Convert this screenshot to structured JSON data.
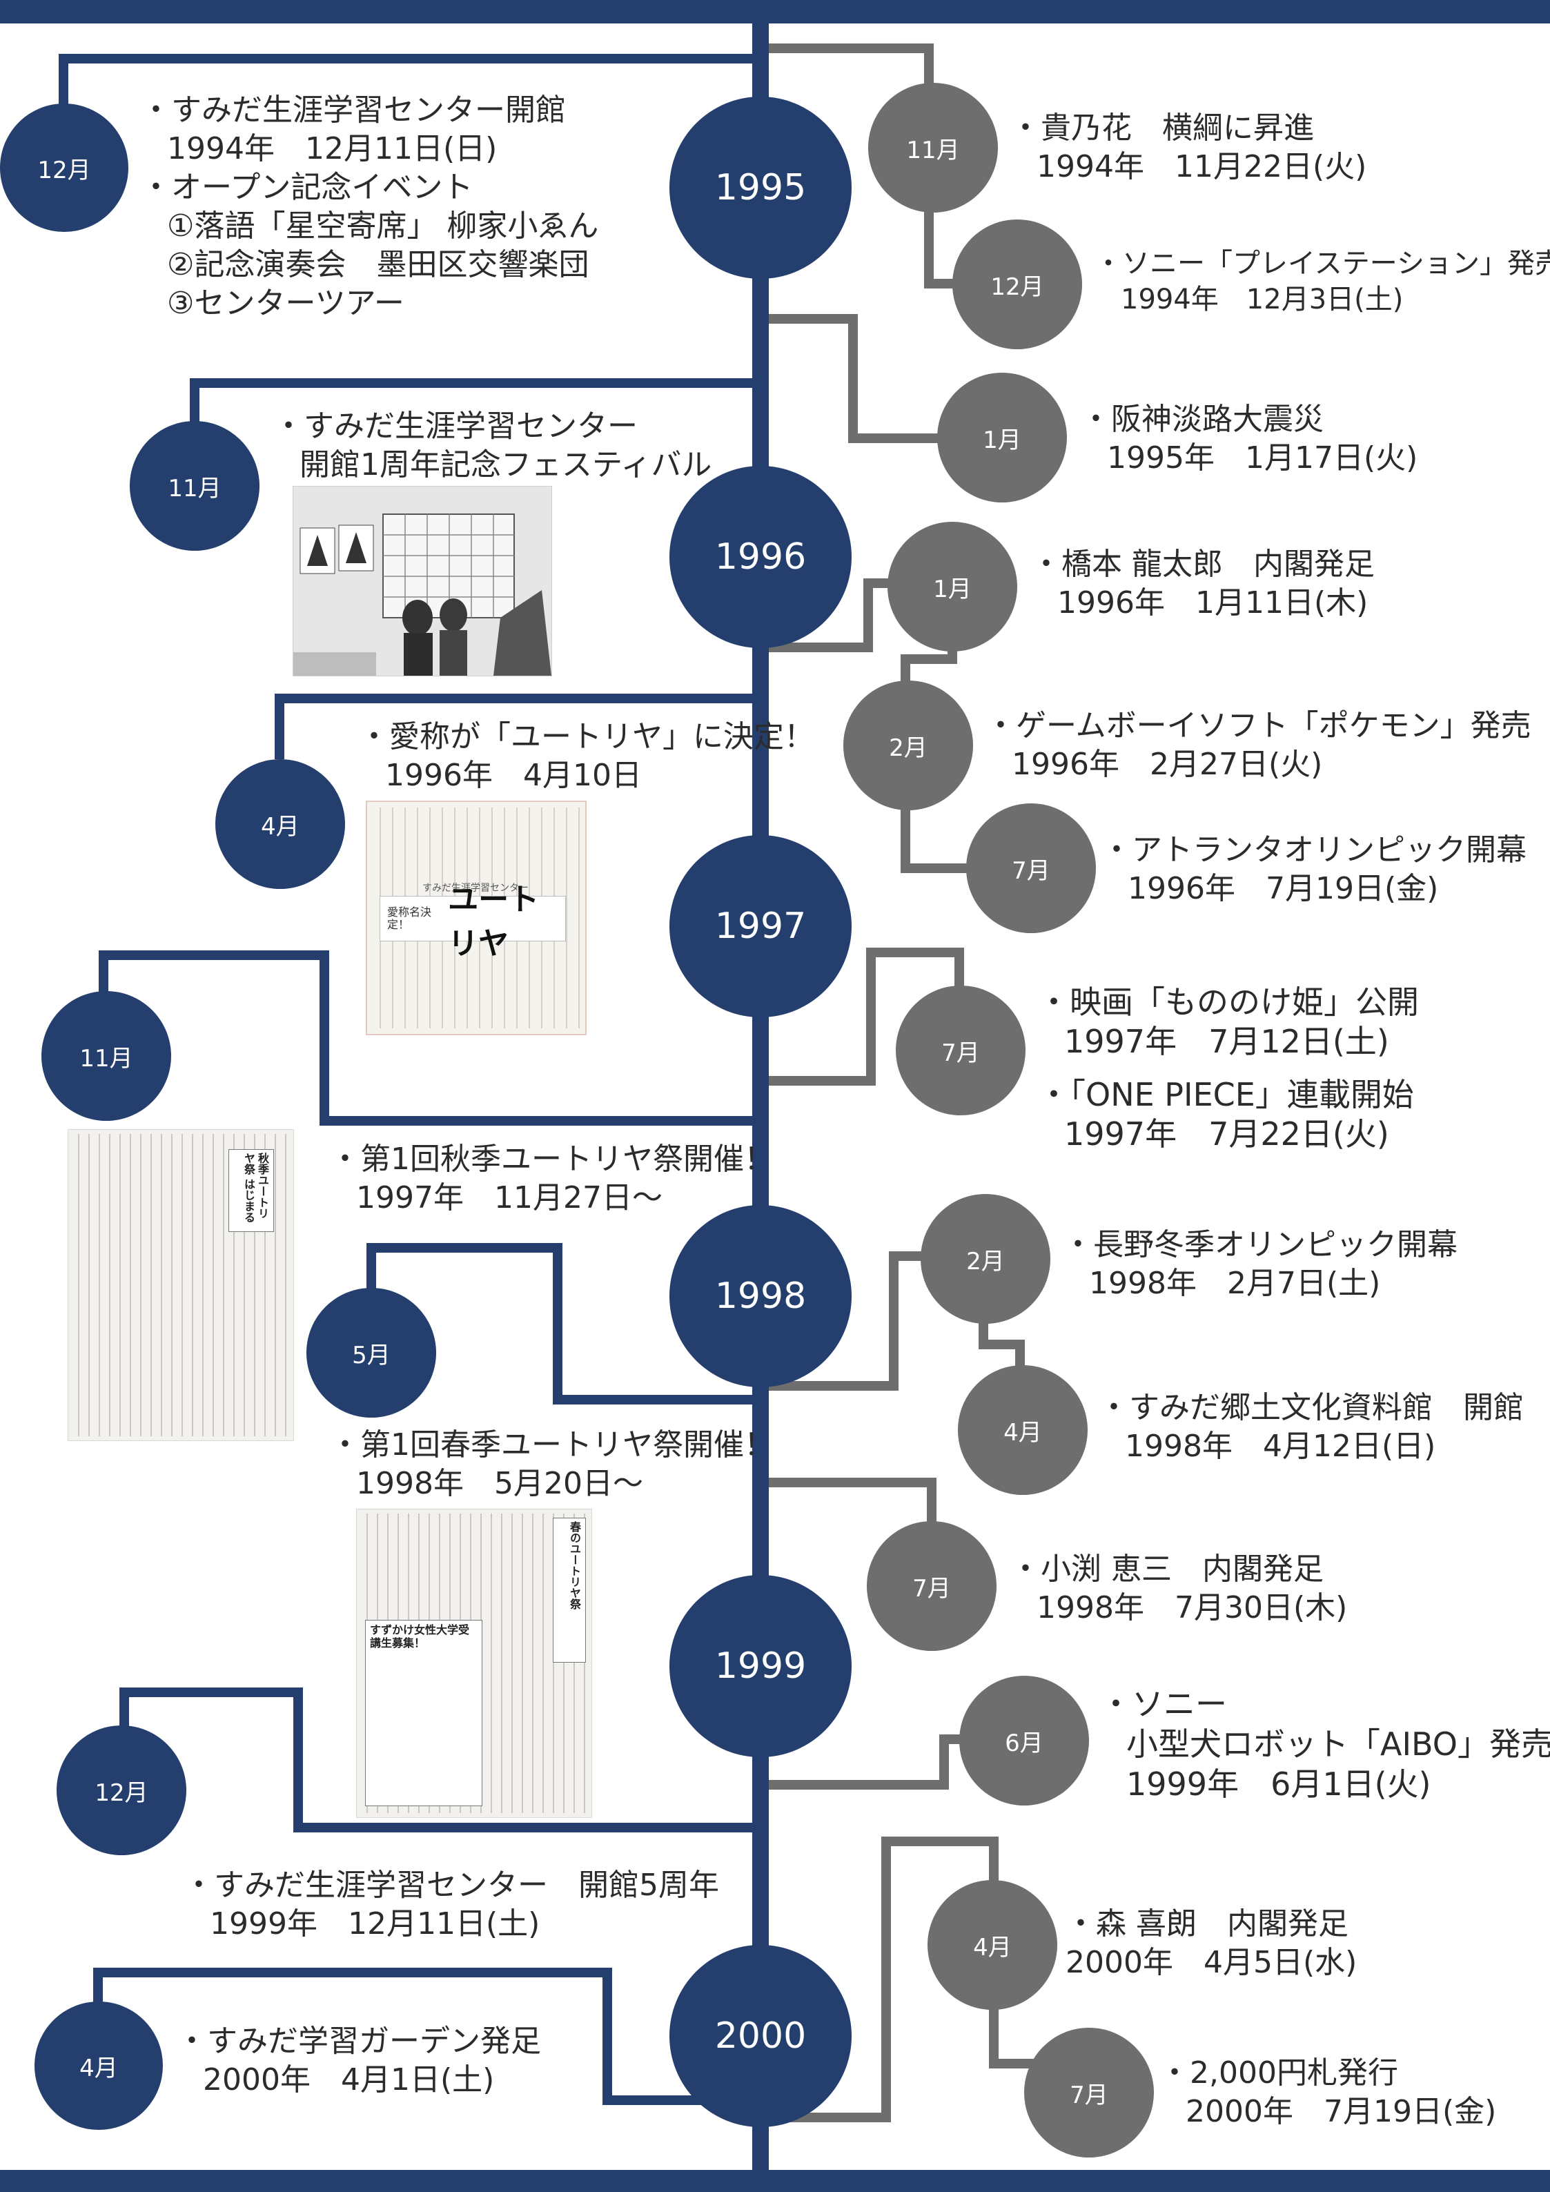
{
  "timeline": {
    "years": [
      "1995",
      "1996",
      "1997",
      "1998",
      "1999",
      "2000"
    ],
    "left_events": [
      {
        "month": "12月",
        "lines": [
          "・すみだ生涯学習センター開館",
          "1994年　12月11日(日)",
          "・オープン記念イベント",
          "①落語「星空寄席」 柳家小ゑん",
          "②記念演奏会　墨田区交響楽団",
          "③センターツアー"
        ]
      },
      {
        "month": "11月",
        "lines": [
          "・すみだ生涯学習センター",
          "開館1周年記念フェスティバル"
        ]
      },
      {
        "month": "4月",
        "lines": [
          "・愛称が「ユートリヤ」に決定！",
          "1996年　4月10日"
        ]
      },
      {
        "month": "11月",
        "lines": [
          "・第1回秋季ユートリヤ祭開催！",
          "1997年　11月27日～"
        ]
      },
      {
        "month": "5月",
        "lines": [
          "・第1回春季ユートリヤ祭開催！",
          "1998年　5月20日～"
        ]
      },
      {
        "month": "12月",
        "lines": [
          "・すみだ生涯学習センター　開館5周年",
          "1999年　12月11日(土)"
        ]
      },
      {
        "month": "4月",
        "lines": [
          "・すみだ学習ガーデン発足",
          "2000年　4月1日(土)"
        ]
      }
    ],
    "right_events": [
      {
        "month": "11月",
        "lines": [
          "・貴乃花　横綱に昇進",
          "1994年　11月22日(火)"
        ]
      },
      {
        "month": "12月",
        "lines": [
          "・ソニー「プレイステーション」発売",
          "1994年　12月3日(土)"
        ]
      },
      {
        "month": "1月",
        "lines": [
          "・阪神淡路大震災",
          "1995年　1月17日(火)"
        ]
      },
      {
        "month": "1月",
        "lines": [
          "・橋本 龍太郎　内閣発足",
          "1996年　1月11日(木)"
        ]
      },
      {
        "month": "2月",
        "lines": [
          "・ゲームボーイソフト「ポケモン」発売",
          "1996年　2月27日(火)"
        ]
      },
      {
        "month": "7月",
        "lines": [
          "・アトランタオリンピック開幕",
          "1996年　7月19日(金)"
        ]
      },
      {
        "month": "7月",
        "lines": [
          "・映画「もののけ姫」公開",
          "1997年　7月12日(土)",
          "・「ONE PIECE」連載開始",
          "1997年　7月22日(火)"
        ]
      },
      {
        "month": "2月",
        "lines": [
          "・長野冬季オリンピック開幕",
          "1998年　2月7日(土)"
        ]
      },
      {
        "month": "4月",
        "lines": [
          "・すみだ郷土文化資料館　開館",
          "1998年　4月12日(日)"
        ]
      },
      {
        "month": "7月",
        "lines": [
          "・小渕 恵三　内閣発足",
          "1998年　7月30日(木)"
        ]
      },
      {
        "month": "6月",
        "lines": [
          "・ソニー",
          "小型犬ロボット「AIBO」発売",
          "1999年　6月1日(火)"
        ]
      },
      {
        "month": "4月",
        "lines": [
          "・森 喜朗　内閣発足",
          "2000年　4月5日(水)"
        ]
      },
      {
        "month": "7月",
        "lines": [
          "・2,000円札発行",
          "2000年　7月19日(金)"
        ]
      }
    ]
  },
  "clippings": {
    "nickname": {
      "caption": "すみだ生涯学習センター",
      "label_small": "愛称名決定！",
      "label_big": "ユートリヤ"
    },
    "autumn": {
      "title": "秋季ユートリヤ祭 はじまる"
    },
    "spring": {
      "title": "春のユートリヤ祭",
      "box_title": "すずかけ女性大学受講生募集！"
    }
  },
  "colors": {
    "navy": "#243f6e",
    "gray": "#6e6e6e"
  }
}
